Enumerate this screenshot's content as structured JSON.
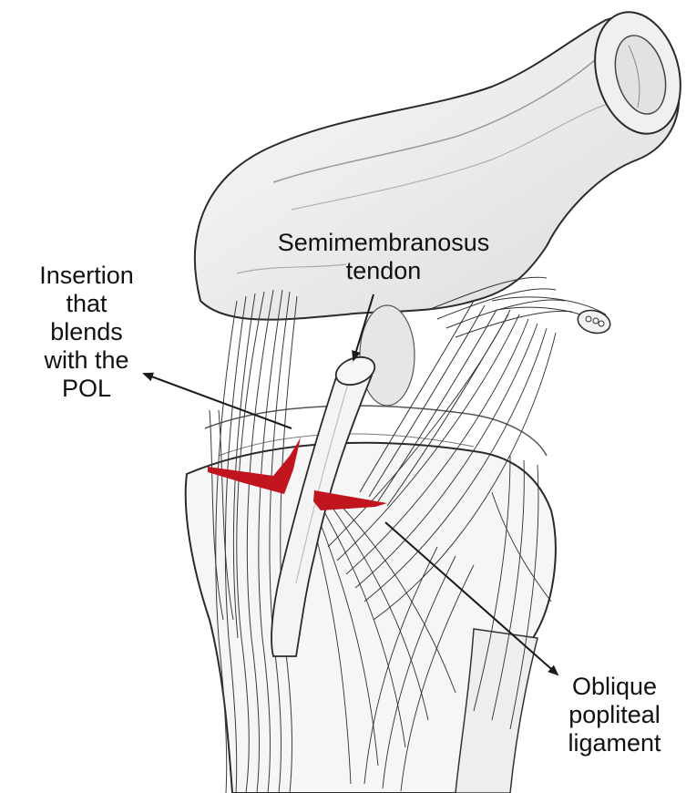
{
  "labels": {
    "insertion": [
      "Insertion",
      "that",
      "blends",
      "with the",
      "POL"
    ],
    "semimembranosus": [
      "Semimembranosus",
      "tendon"
    ],
    "oblique": [
      "Oblique",
      "popliteal",
      "ligament"
    ]
  },
  "colors": {
    "line": "#2a2a2a",
    "shade": "#d4d4d4",
    "bone": "#f4f4f4",
    "highlight": "#c0141e"
  }
}
